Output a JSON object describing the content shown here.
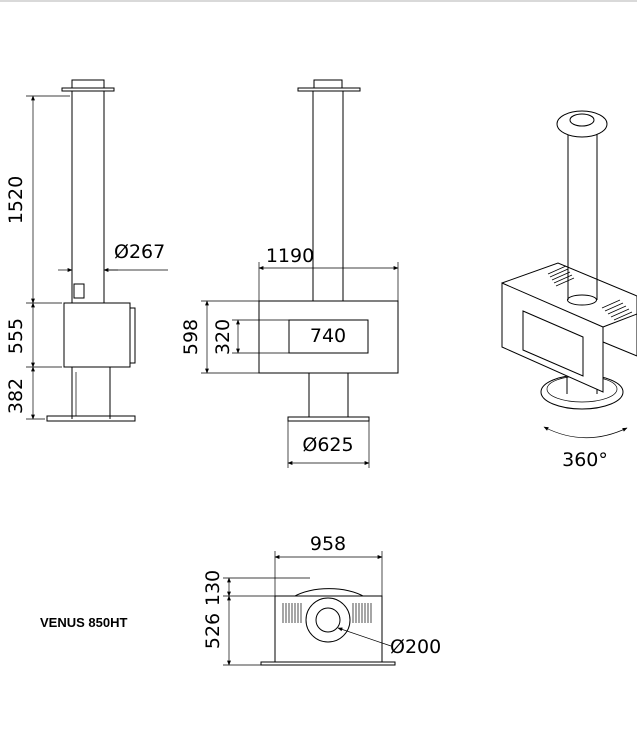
{
  "model_name": "VENUS 850HT",
  "dimensions": {
    "flue_height": "1520",
    "body_height": "555",
    "base_height": "382",
    "flue_diameter": "Ø267",
    "total_width": "1190",
    "overall_height": "598",
    "glass_height": "320",
    "glass_width": "740",
    "base_diameter": "Ø625",
    "top_width": "958",
    "top_rear_depth": "130",
    "top_depth": "526",
    "outlet_diameter": "Ø200"
  },
  "rotation_label": "360°"
}
